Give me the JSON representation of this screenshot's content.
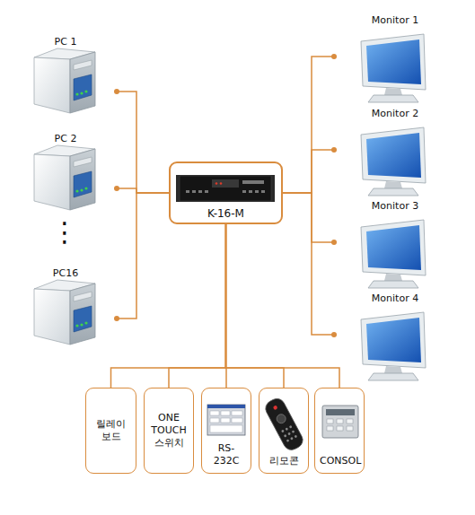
{
  "diagram": {
    "nodes": [
      {
        "text": [
          "PC 1"
        ]
      },
      {
        "text": [
          "PC 2"
        ]
      },
      {
        "text": [
          "PC16"
        ]
      },
      {
        "text": [
          "K-16-M"
        ]
      },
      {
        "text": [
          "Monitor 1"
        ]
      },
      {
        "text": [
          "Monitor 2"
        ]
      },
      {
        "text": [
          "Monitor 3"
        ]
      },
      {
        "text": [
          "Monitor 4"
        ]
      },
      {
        "text": [
          "릴레이 보드"
        ]
      },
      {
        "text": [
          "ONE TOUCH 스위치"
        ]
      },
      {
        "text": [
          "RS-232C"
        ]
      },
      {
        "text": [
          "리모콘"
        ]
      },
      {
        "text": [
          "CONSOL"
        ]
      }
    ],
    "edges": [
      {
        "from": 0,
        "to": 3,
        "arrow": "none"
      },
      {
        "from": 1,
        "to": 3,
        "arrow": "none"
      },
      {
        "from": 2,
        "to": 3,
        "arrow": "none"
      },
      {
        "from": 3,
        "to": 4,
        "arrow": "none"
      },
      {
        "from": 3,
        "to": 5,
        "arrow": "none"
      },
      {
        "from": 3,
        "to": 6,
        "arrow": "none"
      },
      {
        "from": 3,
        "to": 7,
        "arrow": "none"
      },
      {
        "from": 3,
        "to": 8,
        "arrow": "none"
      },
      {
        "from": 3,
        "to": 9,
        "arrow": "none"
      },
      {
        "from": 3,
        "to": 10,
        "arrow": "none"
      },
      {
        "from": 3,
        "to": 11,
        "arrow": "none"
      },
      {
        "from": 3,
        "to": 12,
        "arrow": "none"
      }
    ],
    "labels": [
      "⋮"
    ]
  }
}
